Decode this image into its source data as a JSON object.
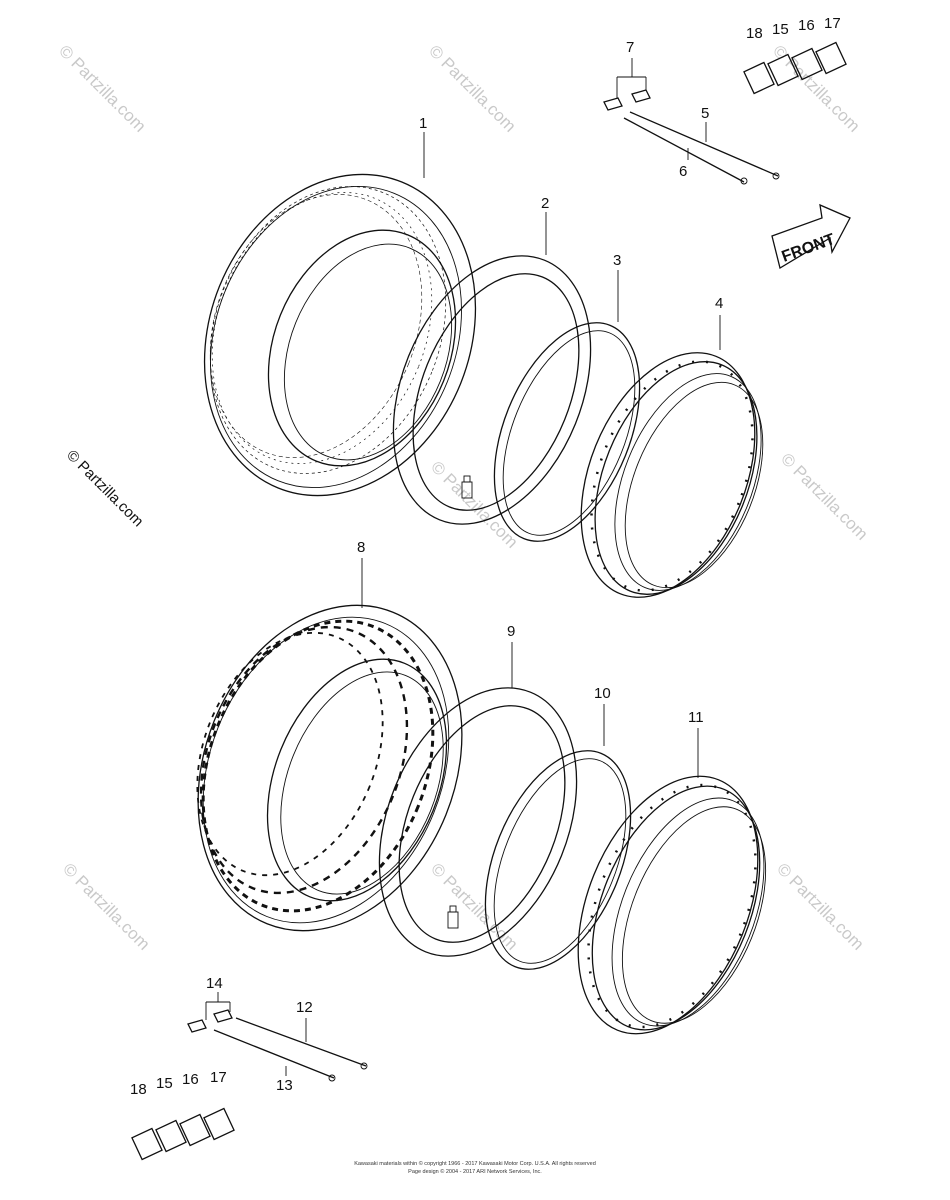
{
  "watermark": "© Partzilla.com",
  "front_label": "FRONT",
  "copyright": {
    "line1": "Kawasaki materials within © copyright 1966 - 2017 Kawasaki Motor Corp. U.S.A. All rights reserved",
    "line2": "Page design © 2004 - 2017 ARI Network Services, Inc."
  },
  "callouts": {
    "c1": "1",
    "c2": "2",
    "c3": "3",
    "c4": "4",
    "c5": "5",
    "c6": "6",
    "c7": "7",
    "c8": "8",
    "c9": "9",
    "c10": "10",
    "c11": "11",
    "c12": "12",
    "c13": "13",
    "c14": "14",
    "c15a": "15",
    "c16a": "16",
    "c17a": "17",
    "c18a": "18",
    "c15b": "15",
    "c16b": "16",
    "c17b": "17",
    "c18b": "18"
  },
  "parts": [
    {
      "ref": "1",
      "name": "front-tire"
    },
    {
      "ref": "2",
      "name": "front-inner-tube"
    },
    {
      "ref": "3",
      "name": "front-rim-band"
    },
    {
      "ref": "4",
      "name": "front-rim"
    },
    {
      "ref": "5",
      "name": "spoke"
    },
    {
      "ref": "6",
      "name": "spoke"
    },
    {
      "ref": "7",
      "name": "nipples"
    },
    {
      "ref": "8",
      "name": "rear-tire"
    },
    {
      "ref": "9",
      "name": "rear-inner-tube"
    },
    {
      "ref": "10",
      "name": "rear-rim-band"
    },
    {
      "ref": "11",
      "name": "rear-rim"
    },
    {
      "ref": "12",
      "name": "spoke"
    },
    {
      "ref": "13",
      "name": "spoke"
    },
    {
      "ref": "14",
      "name": "nipples"
    },
    {
      "ref": "15",
      "name": "weight"
    },
    {
      "ref": "16",
      "name": "weight"
    },
    {
      "ref": "17",
      "name": "weight"
    },
    {
      "ref": "18",
      "name": "weight"
    }
  ]
}
